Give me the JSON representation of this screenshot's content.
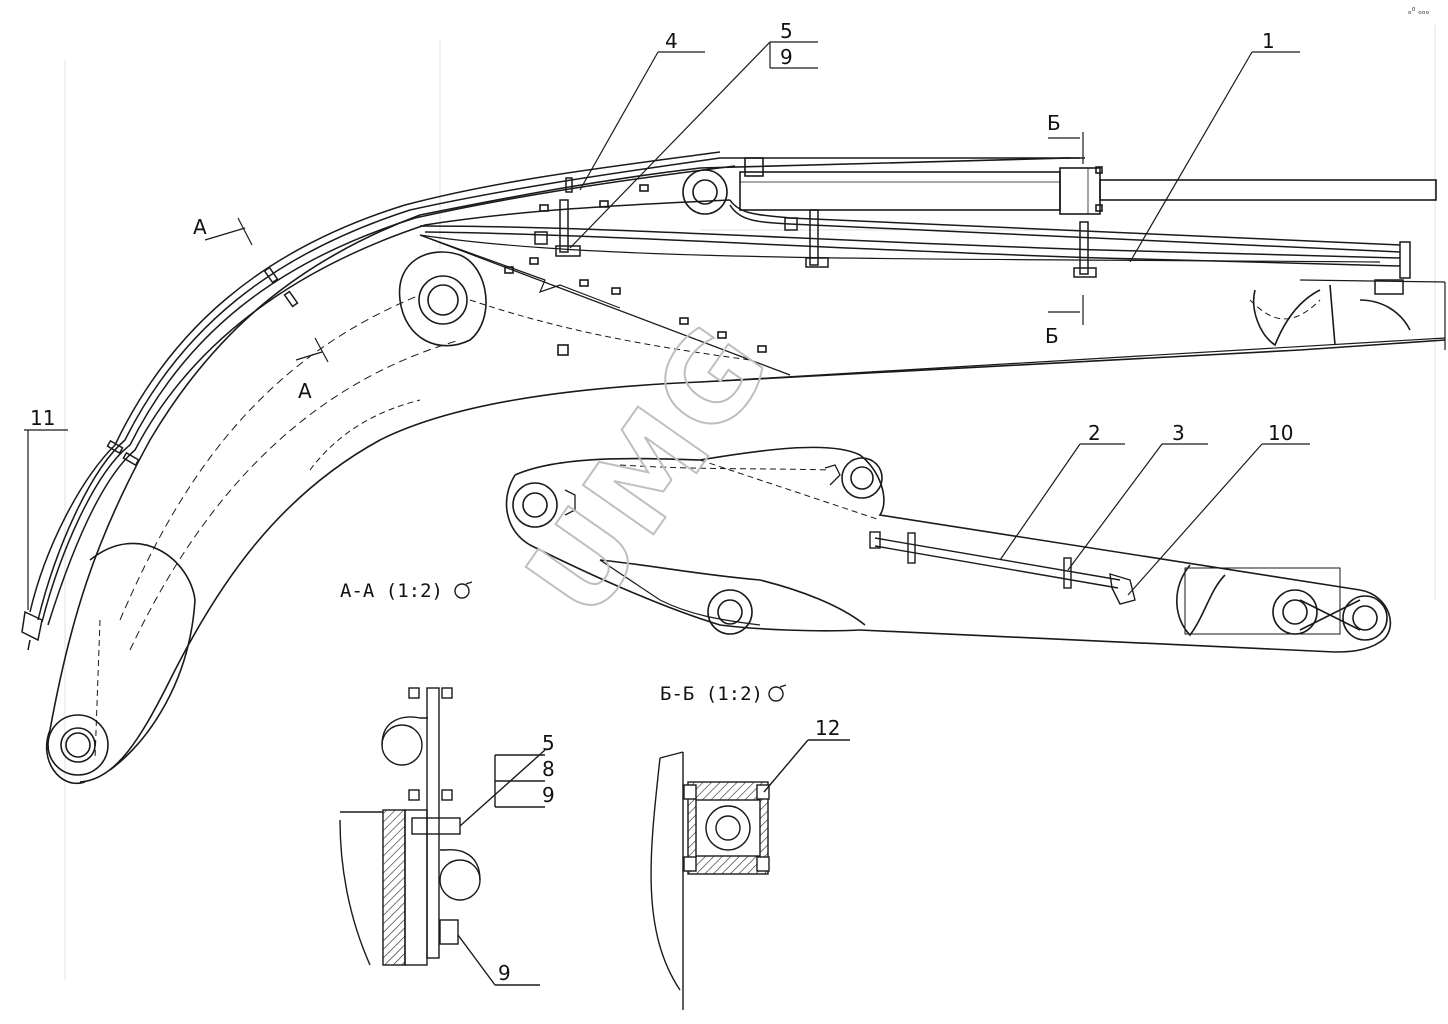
{
  "corner_mark": "ₒ⁰ ₒₒₒ",
  "watermark": "UMG",
  "callouts": {
    "c1": "1",
    "c2": "2",
    "c3": "3",
    "c4": "4",
    "c5": "5",
    "c9": "9",
    "c10": "10",
    "c11": "11",
    "c12": "12"
  },
  "section_marks": {
    "a_top": "А",
    "a_bottom": "А",
    "b_top": "Б",
    "b_bottom": "Б"
  },
  "views": {
    "aa_title": "А-А (1:2)",
    "aa_callouts": [
      "5",
      "8",
      "9"
    ],
    "aa_bottom_callout": "9",
    "bb_title": "Б-Б (1:2)",
    "bb_callout": "12"
  }
}
